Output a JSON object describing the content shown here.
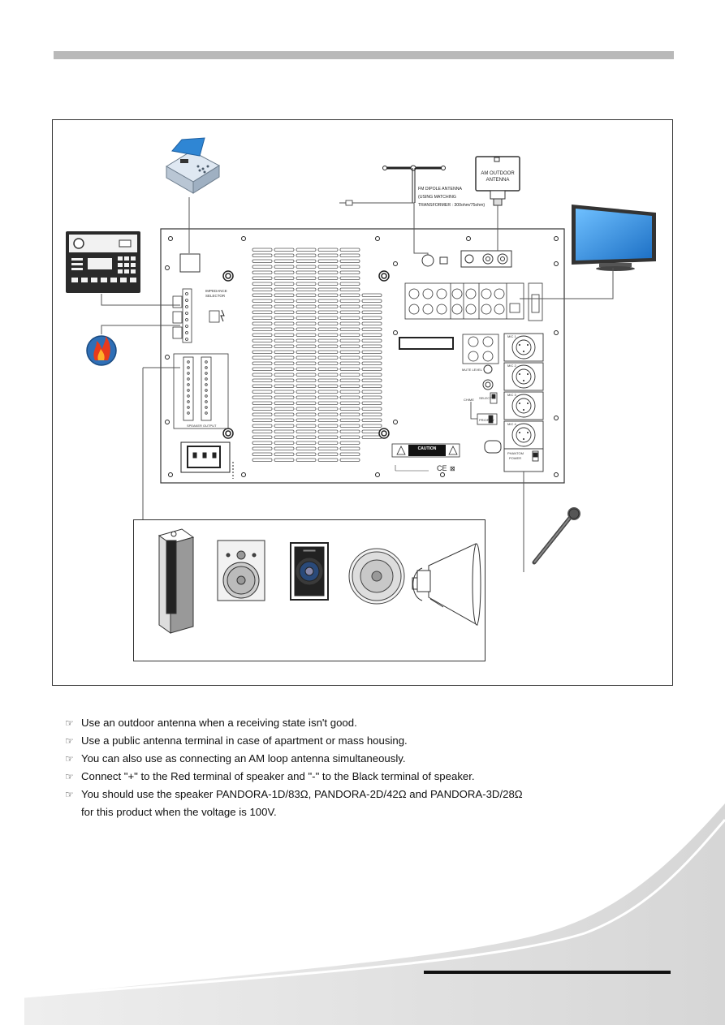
{
  "labels": {
    "fm_antenna_line1": "FM DIPOLE ANTENNA",
    "fm_antenna_line2": "(USING MATCHING",
    "fm_antenna_line3": "TRANSFORMER : 300ohm/75ohm)",
    "am_antenna_line1": "AM OUTDOOR",
    "am_antenna_line2": "ANTENNA",
    "impedance_selector_line1": "IMPEDANCE",
    "impedance_selector_line2": "SELECTOR",
    "speaker_output": "SPEAKER OUTPUT",
    "caution": "CAUTION",
    "mute_level": "MUTE LEVEL",
    "chime": "CHIME",
    "select": "SELECT",
    "priority": "PRIORITY",
    "phantom_power_line1": "PHANTOM",
    "phantom_power_line2": "POWER",
    "mic1": "MIC 1",
    "mic2": "MIC 2",
    "mic3": "MIC 3",
    "mic4": "MIC 4",
    "ce_mark": "CE"
  },
  "notes": [
    "Use an outdoor antenna when a receiving state isn't good.",
    "Use a public antenna terminal in case of apartment or mass housing.",
    "You can also use as connecting an AM loop antenna simultaneously.",
    "Connect \"+\"  to the Red terminal of speaker and \"-\"  to the Black terminal of speaker.",
    "You should use the speaker PANDORA-1D/83Ω, PANDORA-2D/42Ω and PANDORA-3D/28Ω"
  ],
  "note_continuation": "for this product when the voltage is 100V.",
  "icons": {
    "note_bullet": "pointing-hand-icon",
    "fax": "fax-machine-icon",
    "intercom": "intercom-panel-icon",
    "fire_alarm": "fire-alarm-icon",
    "tv": "tv-monitor-icon",
    "microphone": "microphone-icon"
  },
  "colors": {
    "accent_bar": "#b9b9b9",
    "fire_alarm_blue": "#2f6fb6",
    "tv_screen_blue": "#2f86d4"
  }
}
